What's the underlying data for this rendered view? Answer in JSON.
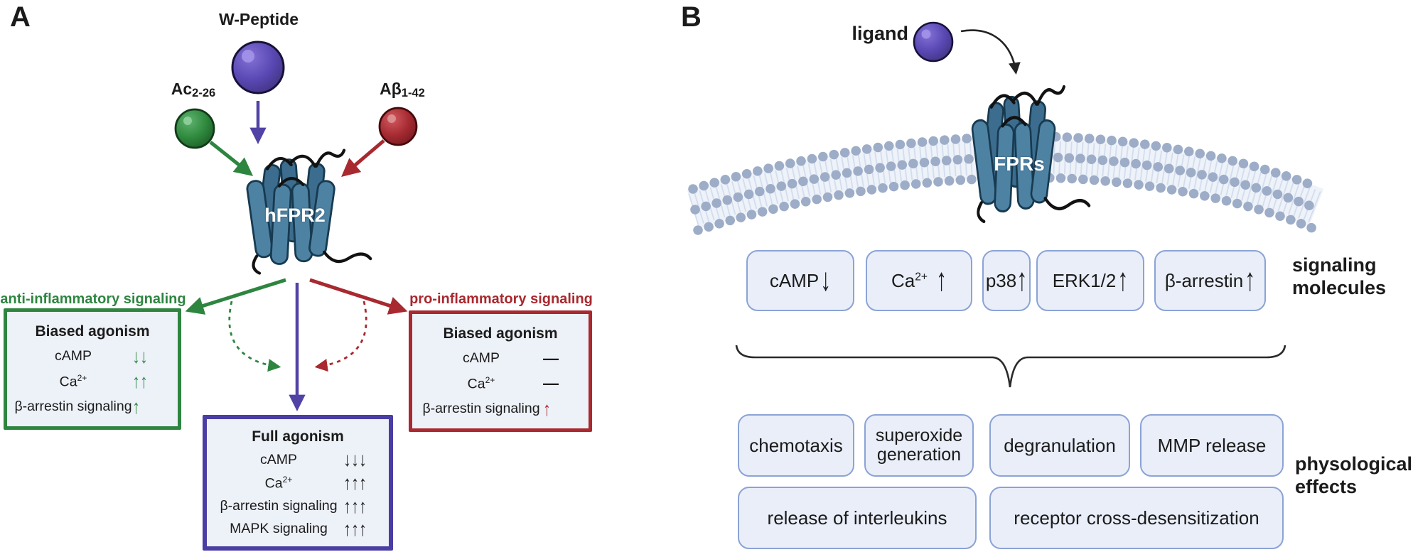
{
  "colors": {
    "green_accent": "#2e8540",
    "red_accent": "#a8292f",
    "purple_accent": "#5143a6",
    "receptor_teal": "#4e82a3",
    "panel_a_box_fill": "#edf1f8",
    "panel_b_box_fill": "#e9eef9",
    "panel_b_box_border": "#8ba3d6",
    "membrane_heads": "#9dadc8"
  },
  "panel_a": {
    "label": "A",
    "w_peptide_label": "W-Peptide",
    "ac_label": {
      "main": "Ac",
      "sub": "2-26"
    },
    "abeta_label": {
      "main": "Aβ",
      "sub": "1-42"
    },
    "receptor_label": "hFPR2",
    "anti_title": "anti-inflammatory signaling",
    "pro_title": "pro-inflammatory signaling",
    "left_box": {
      "title": "Biased agonism",
      "rows": [
        {
          "label": "cAMP",
          "arrows": "↓↓"
        },
        {
          "label": "Ca",
          "sup": "2+",
          "arrows": "↑↑"
        },
        {
          "label": "β-arrestin signaling",
          "arrows": "↑"
        }
      ]
    },
    "center_box": {
      "title": "Full agonism",
      "rows": [
        {
          "label": "cAMP",
          "arrows": "↓↓↓"
        },
        {
          "label": "Ca",
          "sup": "2+",
          "arrows": "↑↑↑"
        },
        {
          "label": "β-arrestin signaling",
          "arrows": "↑↑↑"
        },
        {
          "label": "MAPK signaling",
          "arrows": "↑↑↑"
        }
      ]
    },
    "right_box": {
      "title": "Biased agonism",
      "rows": [
        {
          "label": "cAMP",
          "arrows": "—"
        },
        {
          "label": "Ca",
          "sup": "2+",
          "arrows": "—"
        },
        {
          "label": "β-arrestin signaling",
          "arrows": "↑"
        }
      ]
    }
  },
  "panel_b": {
    "label": "B",
    "ligand_label": "ligand",
    "receptor_label": "FPRs",
    "signaling_boxes": [
      {
        "label": "cAMP",
        "arrow": "↓"
      },
      {
        "label": "Ca",
        "sup": "2+",
        "arrow": "↑"
      },
      {
        "label": "p38",
        "arrow": "↑"
      },
      {
        "label": "ERK1/2",
        "arrow": "↑"
      },
      {
        "label": "β-arrestin",
        "arrow": "↑"
      }
    ],
    "signaling_caption": {
      "line1": "signaling",
      "line2": "molecules"
    },
    "effects_row1": [
      "chemotaxis",
      "superoxide generation",
      "degranulation",
      "MMP release"
    ],
    "effects_row2": [
      "release of interleukins",
      "receptor cross-desensitization"
    ],
    "effects_caption": {
      "line1": "physological",
      "line2": "effects"
    }
  }
}
